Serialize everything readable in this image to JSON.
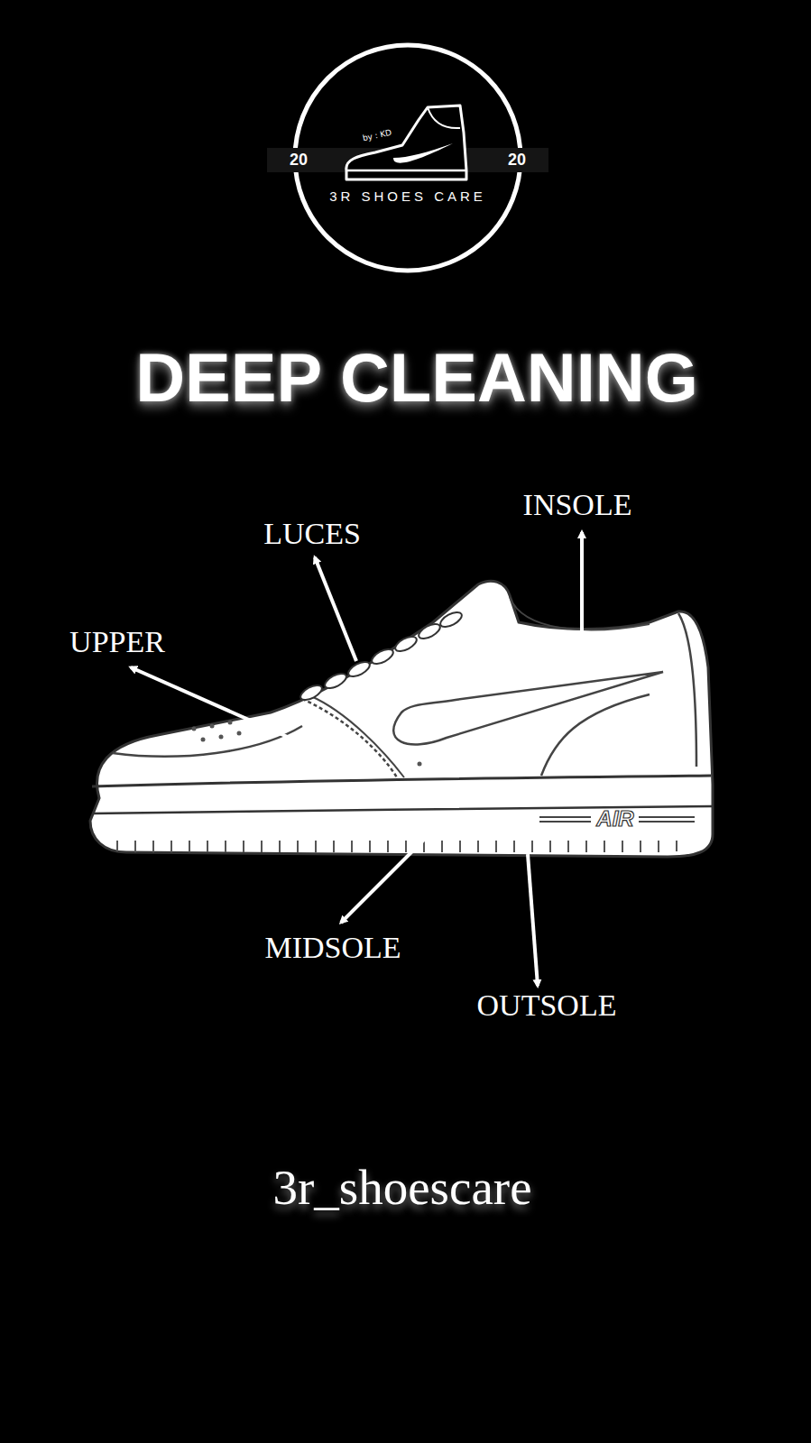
{
  "diagram": {
    "title": "DEEP CLEANING",
    "caption": "3r_shoescare",
    "nodes": [
      {
        "text": [
          "by : KD",
          "20",
          "20",
          "3R SHOES CARE"
        ]
      }
    ],
    "labels": [
      "UPPER",
      "LUCES",
      "INSOLE",
      "MIDSOLE",
      "OUTSOLE",
      "AIR"
    ]
  }
}
